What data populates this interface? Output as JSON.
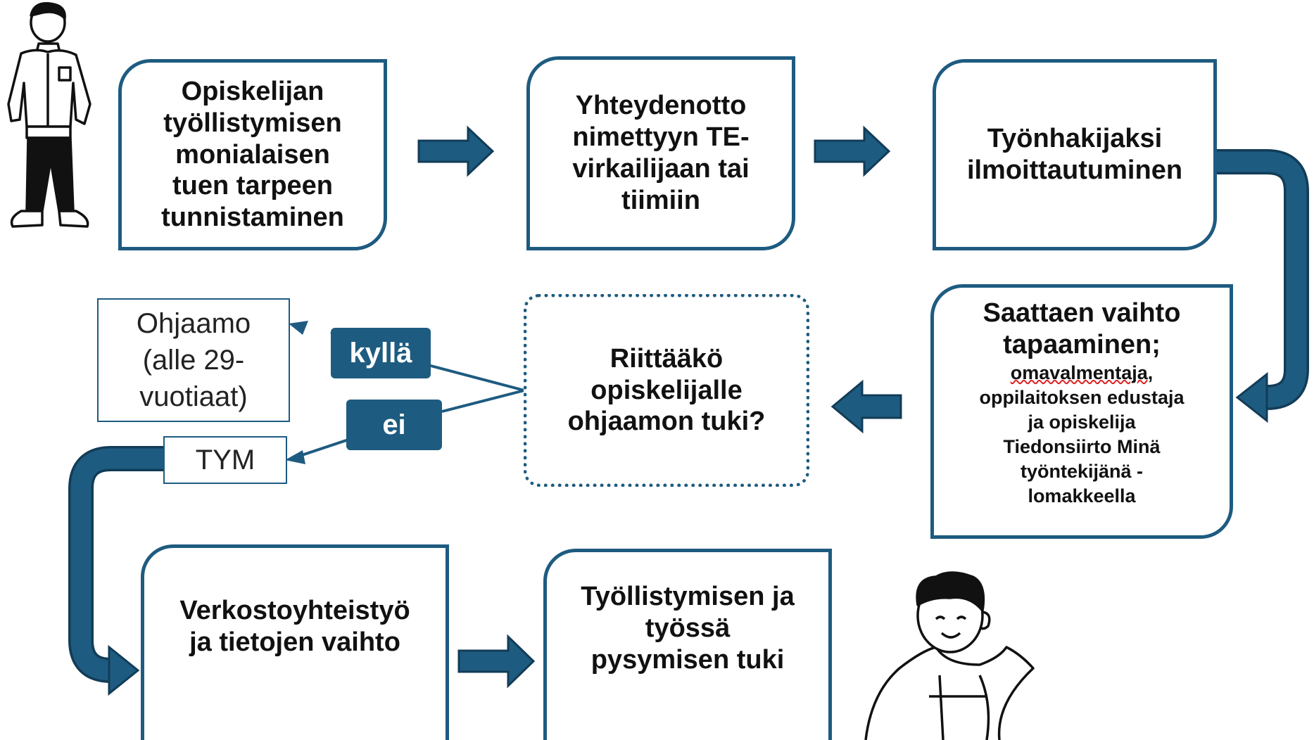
{
  "colors": {
    "accent": "#1e5b80",
    "border": "#1e5b80",
    "text": "#111111",
    "background": "#ffffff"
  },
  "steps": {
    "step1": [
      "Opiskelijan",
      "työllistymisen",
      "monialaisen",
      "tuen tarpeen",
      "tunnistaminen"
    ],
    "step2": [
      "Yhteydenotto",
      "nimettyyn TE-",
      "virkailijaan tai",
      "tiimiin"
    ],
    "step3": [
      "Työnhakijaksi",
      "ilmoittautuminen"
    ],
    "step4": {
      "title": [
        "Saattaen vaihto",
        "tapaaminen;"
      ],
      "detail": [
        "omavalmentaja,",
        "oppilaitoksen edustaja",
        "ja opiskelija",
        "Tiedonsiirto Minä",
        "työntekijänä -",
        "lomakkeella"
      ]
    },
    "decision": [
      "Riittääkö",
      "opiskelijalle",
      "ohjaamon tuki?"
    ],
    "step6": [
      "Verkostoyhteistyö",
      "ja tietojen vaihto"
    ],
    "step7": [
      "Työllistymisen ja",
      "työssä",
      "pysymisen tuki"
    ]
  },
  "outcomes": {
    "ohjaamo": [
      "Ohjaamo",
      "(alle 29-",
      "vuotiaat)"
    ],
    "tym": "TYM"
  },
  "labels": {
    "yes": "kyllä",
    "no": "ei"
  },
  "icons": [
    "person-standing-icon",
    "person-smiling-icon"
  ]
}
